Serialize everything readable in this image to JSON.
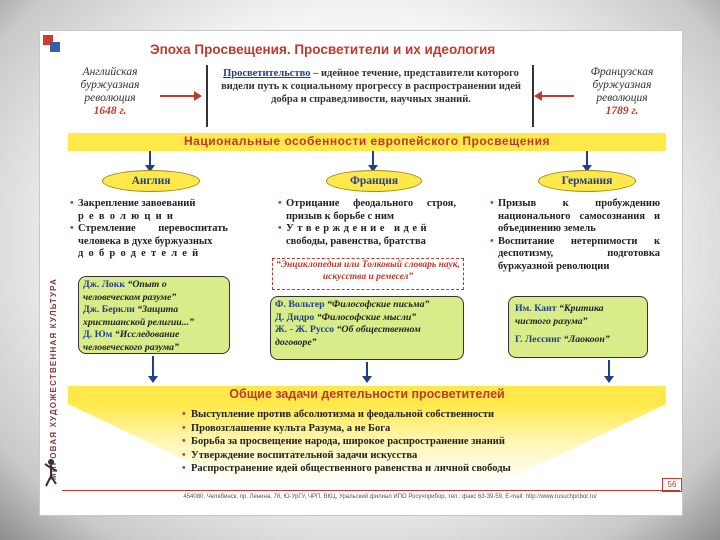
{
  "title": "Эпоха Просвещения. Просветители и их идеология",
  "revolutions": {
    "left": {
      "line1": "Английская",
      "line2": "буржуазная",
      "line3": "революция",
      "year": "1648 г."
    },
    "right": {
      "line1": "Французская",
      "line2": "буржуазная",
      "line3": "революция",
      "year": "1789 г."
    }
  },
  "definition": {
    "term": "Просветительство",
    "text": " – идейное течение, представители которого видели путь к социальному прогрессу в распространении идей добра и справедливости, научных знаний."
  },
  "national_banner": "Национальные особенности европейского Просвещения",
  "countries": {
    "england": {
      "name": "Англия",
      "items": [
        "Закрепление завоеваний",
        "Стремление перевоспитать человека в духе буржуазных"
      ],
      "spaced1": "революции",
      "spaced2": "добродетелей",
      "thinkers": [
        {
          "name": "Дж. Локк",
          "work": "“Опыт о человеческом разуме”"
        },
        {
          "name": "Дж. Беркли",
          "work": "“Защита христианской религии...”"
        },
        {
          "name": "Д. Юм",
          "work": "“Исследование человеческого разума”"
        }
      ]
    },
    "france": {
      "name": "Франция",
      "items": [
        "Отрицание феодального строя, призыв к борьбе с ним",
        "свободы, равенства, братства"
      ],
      "spaced": "Утверждение идей",
      "encyclopedia": "“Энциклопедия или Толковый словарь наук, искусства и ремесел”",
      "thinkers": [
        {
          "name": "Ф. Вольтер",
          "work": "“Философские письма”"
        },
        {
          "name": "Д. Дидро",
          "work": "“Философские мысли”"
        },
        {
          "name": "Ж. - Ж. Руссо",
          "work": "“Об общественном договоре”"
        }
      ]
    },
    "germany": {
      "name": "Германия",
      "items": [
        "Призыв к пробуждению национального самосознания и объединению земель",
        "Воспитание нетерпимости к деспотизму, подготовка буржуазной революции"
      ],
      "thinkers": [
        {
          "name": "Им. Кант",
          "work": "“Критика чистого разума”"
        },
        {
          "name": "Г. Лессинг",
          "work": "“Лаокоон”"
        }
      ]
    }
  },
  "tasks_banner": "Общие задачи деятельности просветителей",
  "tasks": [
    "Выступление против абсолютизма и феодальной собственности",
    "Провозглашение культа Разума, а не Бога",
    "Борьба за просвещение народа, широкое распространение знаний",
    "Утверждение воспитательной задачи искусства",
    "Распространение идей общественного равенства и личной свободы"
  ],
  "sidebar_text": "МИРОВАЯ ХУДОЖЕСТВЕННАЯ КУЛЬТУРА",
  "page_number": "56",
  "footer": "454080, Челябинск, пр. Ленина, 78, Ю-УрГУ, ЧРП, ВКЦ, Уральский филиал ИПО Росучприбор, тел.: факс 63-39-59, E-mail: http://www.rusuchpribor.ru/"
}
